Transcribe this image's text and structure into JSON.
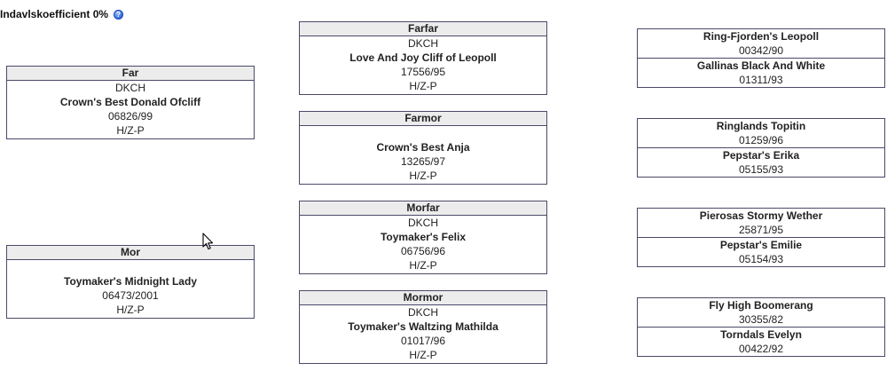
{
  "inbreeding": {
    "label": "Indavlskoefficient 0%",
    "help_icon": "question-circle-icon"
  },
  "parents": [
    {
      "role": "Far",
      "title": "DKCH",
      "name": "Crown's Best Donald Ofcliff",
      "reg": "06826/99",
      "hd": "H/Z-P"
    },
    {
      "role": "Mor",
      "title": "",
      "name": "Toymaker's Midnight Lady",
      "reg": "06473/2001",
      "hd": "H/Z-P"
    }
  ],
  "grandparents": [
    {
      "role": "Farfar",
      "title": "DKCH",
      "name": "Love And Joy Cliff of Leopoll",
      "reg": "17556/95",
      "hd": "H/Z-P"
    },
    {
      "role": "Farmor",
      "title": "",
      "name": "Crown's Best Anja",
      "reg": "13265/97",
      "hd": "H/Z-P"
    },
    {
      "role": "Morfar",
      "title": "DKCH",
      "name": "Toymaker's Felix",
      "reg": "06756/96",
      "hd": "H/Z-P"
    },
    {
      "role": "Mormor",
      "title": "DKCH",
      "name": "Toymaker's Waltzing Mathilda",
      "reg": "01017/96",
      "hd": "H/Z-P"
    }
  ],
  "great_grandparents": [
    {
      "a": {
        "name": "Ring-Fjorden's Leopoll",
        "reg": "00342/90"
      },
      "b": {
        "name": "Gallinas Black And White",
        "reg": "01311/93"
      }
    },
    {
      "a": {
        "name": "Ringlands Topitin",
        "reg": "01259/96"
      },
      "b": {
        "name": "Pepstar's Erika",
        "reg": "05155/93"
      }
    },
    {
      "a": {
        "name": "Pierosas Stormy Wether",
        "reg": "25871/95"
      },
      "b": {
        "name": "Pepstar's Emilie",
        "reg": "05154/93"
      }
    },
    {
      "a": {
        "name": "Fly High Boomerang",
        "reg": "30355/82"
      },
      "b": {
        "name": "Torndals Evelyn",
        "reg": "00422/92"
      }
    }
  ]
}
